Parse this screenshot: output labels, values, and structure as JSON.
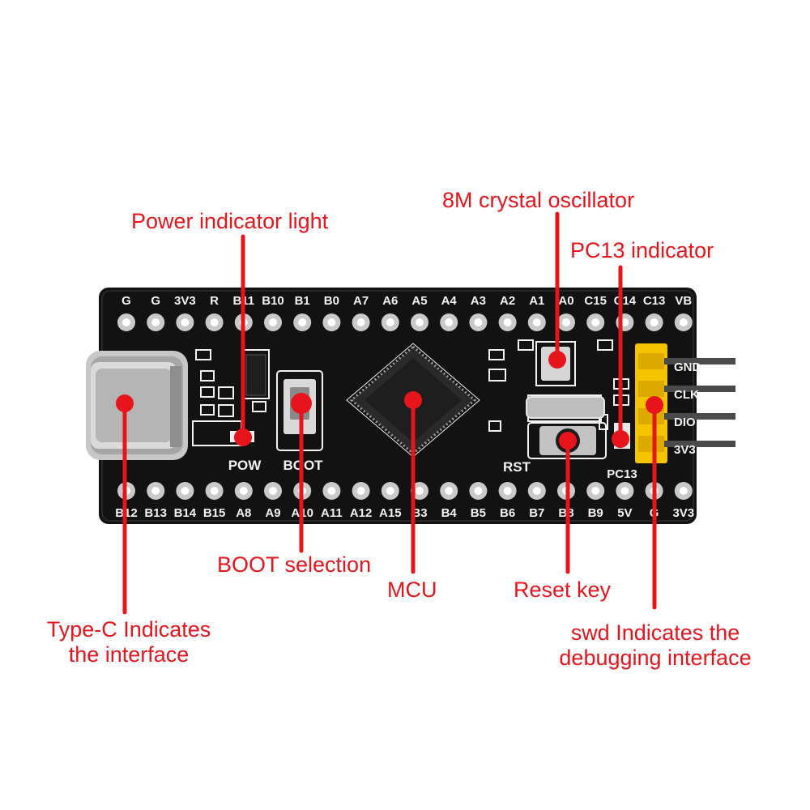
{
  "colors": {
    "callout": "#e8141c",
    "pcb": "#121212",
    "silkscreen": "#f2f2f2",
    "header_pins": "#f4c400",
    "pad": "#c9c9c9"
  },
  "callouts": {
    "power_indicator_light": "Power indicator light",
    "crystal_oscillator": "8M crystal oscillator",
    "pc13_indicator": "PC13 indicator",
    "boot_selection": "BOOT selection",
    "mcu": "MCU",
    "reset_key": "Reset key",
    "type_c_line1": "Type-C Indicates",
    "type_c_line2": "the interface",
    "swd_line1": "swd Indicates the",
    "swd_line2": "debugging interface"
  },
  "board": {
    "top_pins": [
      "G",
      "G",
      "3V3",
      "R",
      "B11",
      "B10",
      "B1",
      "B0",
      "A7",
      "A6",
      "A5",
      "A4",
      "A3",
      "A2",
      "A1",
      "A0",
      "C15",
      "C14",
      "C13",
      "VB"
    ],
    "bottom_pins": [
      "B12",
      "B13",
      "B14",
      "B15",
      "A8",
      "A9",
      "A10",
      "A11",
      "A12",
      "A15",
      "B3",
      "B4",
      "B5",
      "B6",
      "B7",
      "B8",
      "B9",
      "5V",
      "G",
      "3V3"
    ],
    "swd_pins": [
      "GND",
      "CLK",
      "DIO",
      "3V3"
    ],
    "pow_label": "POW",
    "boot_label": "BOOT",
    "rst_label": "RST",
    "pc13_label": "PC13"
  }
}
